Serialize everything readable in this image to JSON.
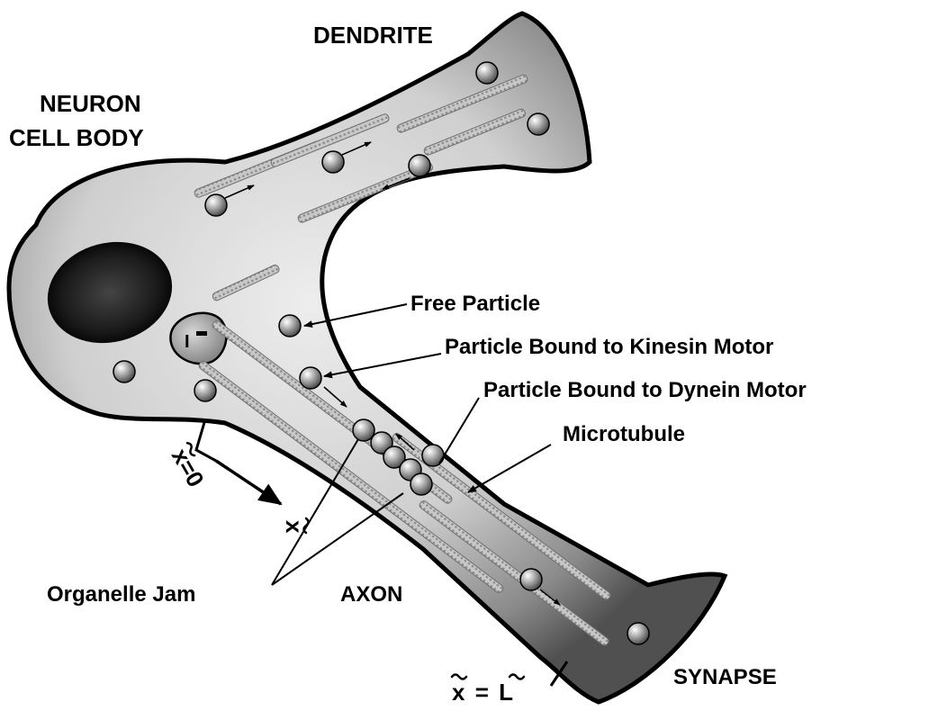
{
  "labels": {
    "dendrite": "DENDRITE",
    "cell_body_line1": "NEURON",
    "cell_body_line2": "CELL BODY",
    "free_particle": "Free Particle",
    "kinesin": "Particle Bound to Kinesin Motor",
    "dynein": "Particle Bound to Dynein Motor",
    "microtubule": "Microtubule",
    "organelle_jam": "Organelle Jam",
    "axon": "AXON",
    "synapse": "SYNAPSE"
  },
  "coordinates": {
    "origin_var": "x",
    "origin_eq": "=0",
    "axis_var": "x",
    "end_var": "x",
    "end_eq": "=",
    "end_len": "L"
  },
  "colors": {
    "outline": "#000000",
    "cytoplasm_light": "#eeeeee",
    "cytoplasm_dark": "#6a6a6a",
    "nucleus": "#1a1a1a",
    "microtubule": "#bdbdbd",
    "particle": "#9a9a9a"
  }
}
